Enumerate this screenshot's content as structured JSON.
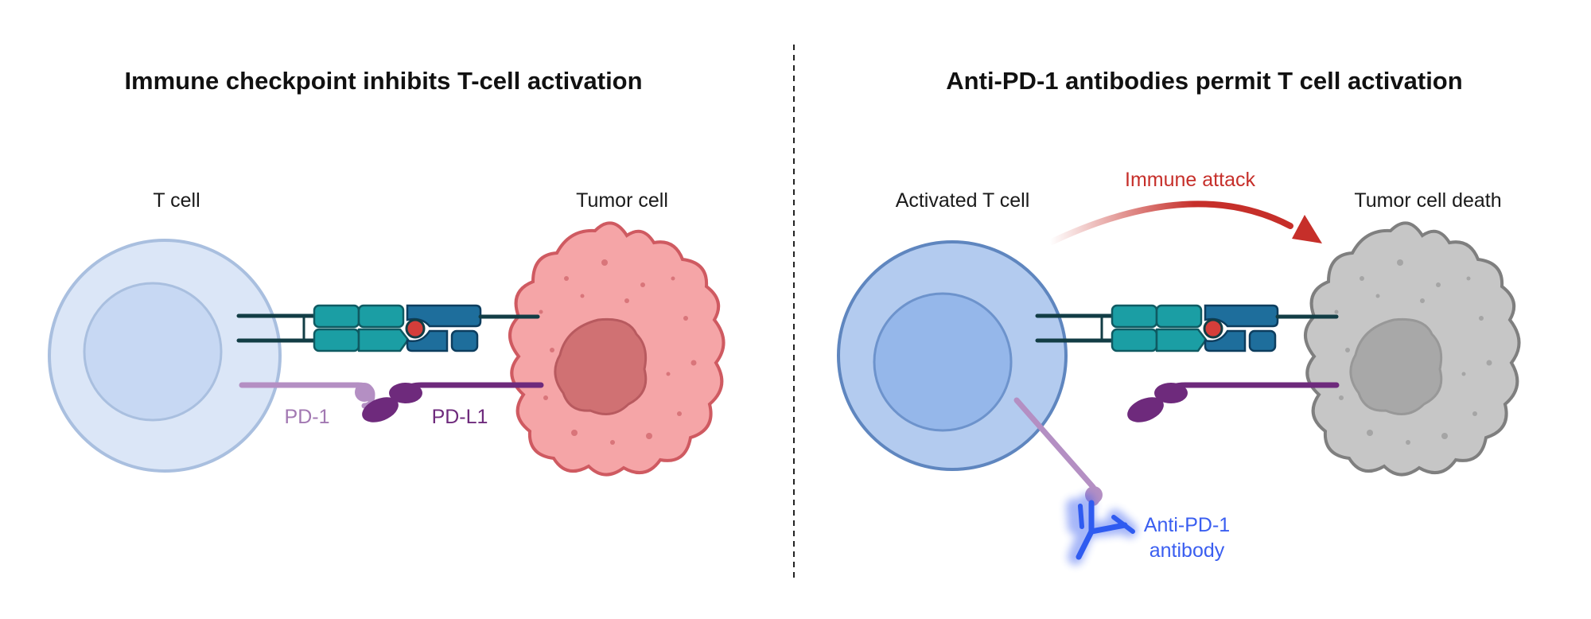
{
  "left_panel": {
    "title": "Immune checkpoint inhibits T-cell activation",
    "t_cell_label": "T cell",
    "tumor_cell_label": "Tumor cell",
    "pd1_label": "PD-1",
    "pdl1_label": "PD-L1"
  },
  "right_panel": {
    "title": "Anti-PD-1 antibodies permit T cell activation",
    "t_cell_label": "Activated T cell",
    "tumor_cell_label": "Tumor cell death",
    "attack_label": "Immune attack",
    "antibody_label_line1": "Anti-PD-1",
    "antibody_label_line2": "antibody"
  },
  "colors": {
    "t_cell_fill": "#dbe6f7",
    "t_cell_stroke": "#a9bfdf",
    "activated_t_cell_fill": "#b3cbef",
    "activated_t_cell_stroke": "#5f86bf",
    "tumor_fill": "#f5a5a7",
    "tumor_stroke": "#cf5a61",
    "dead_tumor_fill": "#c6c6c6",
    "dead_tumor_stroke": "#7f7f7f",
    "tcr_teal": "#1b9ea4",
    "mhc_blue": "#1e6e9c",
    "antigen_red": "#d43e3a",
    "pd1_lilac": "#b48fc3",
    "pdl1_purple": "#6e2a7c",
    "antibody_blue": "#2f5bf0",
    "attack_red": "#c62f2a"
  }
}
